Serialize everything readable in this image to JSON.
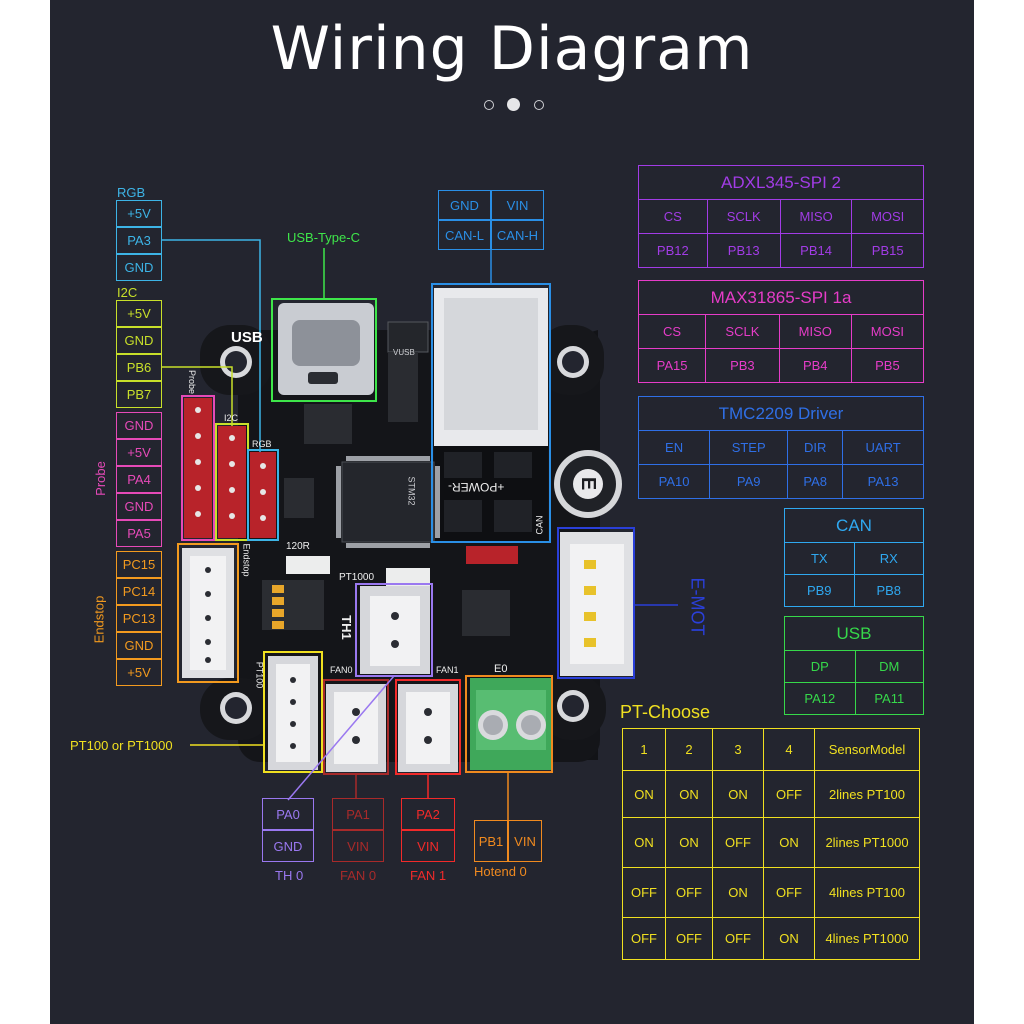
{
  "title": "Wiring Diagram",
  "pager": {
    "count": 3,
    "active": 1
  },
  "colors": {
    "rgb": "#3db4e6",
    "i2c": "#c8e02a",
    "probe": "#e64ab8",
    "endstop": "#f29a1f",
    "usbc": "#3ee64a",
    "canport": "#2a8fe6",
    "adxl": "#a23ce6",
    "max": "#e63cc8",
    "tmc": "#2f6fe6",
    "can": "#2fa8f0",
    "usb": "#36d84a",
    "pt": "#f0e020",
    "th0": "#9a78f0",
    "fan0": "#a82a2a",
    "fan1": "#f22a2a",
    "hotend": "#f08a1f",
    "emot": "#2a3fd8"
  },
  "rgb": {
    "label": "RGB",
    "pins": [
      "+5V",
      "PA3",
      "GND"
    ]
  },
  "i2c": {
    "label": "I2C",
    "pins": [
      "+5V",
      "GND",
      "PB6",
      "PB7"
    ]
  },
  "probe": {
    "label": "Probe",
    "pins": [
      "GND",
      "+5V",
      "PA4",
      "GND",
      "PA5"
    ]
  },
  "endstop": {
    "label": "Endstop",
    "pins": [
      "PC15",
      "PC14",
      "PC13",
      "GND",
      "+5V"
    ]
  },
  "usb_type_c": {
    "label": "USB-Type-C"
  },
  "can_port": {
    "pins": [
      "GND",
      "VIN",
      "CAN-L",
      "CAN-H"
    ]
  },
  "pt100_label": "PT100 or PT1000",
  "e_mot": "E-MOT",
  "th0": {
    "label": "TH 0",
    "pins": [
      "PA0",
      "GND"
    ]
  },
  "fan0": {
    "label": "FAN 0",
    "pins": [
      "PA1",
      "VIN"
    ]
  },
  "fan1": {
    "label": "FAN 1",
    "pins": [
      "PA2",
      "VIN"
    ]
  },
  "hotend0": {
    "label": "Hotend 0",
    "pins": [
      "PB1",
      "VIN"
    ]
  },
  "board_text": {
    "usb": "USB",
    "vusb": "VUSB",
    "power": "+POWER-",
    "can": "CAN",
    "r120": "120R",
    "pt1000": "PT1000",
    "th1": "TH1",
    "fan0": "FAN0",
    "fan1": "FAN1",
    "e0": "E0",
    "probe": "Probe",
    "i2c": "I2C",
    "rgb": "RGB",
    "endstop": "Endstop",
    "pt100": "PT100",
    "chip": "STM32",
    "c_label": "E"
  },
  "adxl345": {
    "title": "ADXL345-SPI 2",
    "headers": [
      "CS",
      "SCLK",
      "MISO",
      "MOSI"
    ],
    "values": [
      "PB12",
      "PB13",
      "PB14",
      "PB15"
    ]
  },
  "max31865": {
    "title": "MAX31865-SPI 1a",
    "headers": [
      "CS",
      "SCLK",
      "MISO",
      "MOSI"
    ],
    "values": [
      "PA15",
      "PB3",
      "PB4",
      "PB5"
    ]
  },
  "tmc2209": {
    "title": "TMC2209 Driver",
    "headers": [
      "EN",
      "STEP",
      "DIR",
      "UART"
    ],
    "values": [
      "PA10",
      "PA9",
      "PA8",
      "PA13"
    ]
  },
  "can": {
    "title": "CAN",
    "headers": [
      "TX",
      "RX"
    ],
    "values": [
      "PB9",
      "PB8"
    ]
  },
  "usb": {
    "title": "USB",
    "headers": [
      "DP",
      "DM"
    ],
    "values": [
      "PA12",
      "PA11"
    ]
  },
  "pt_choose": {
    "title": "PT-Choose",
    "headers": [
      "1",
      "2",
      "3",
      "4",
      "SensorModel"
    ],
    "rows": [
      [
        "ON",
        "ON",
        "ON",
        "OFF",
        "2lines PT100"
      ],
      [
        "ON",
        "ON",
        "OFF",
        "ON",
        "2lines PT1000"
      ],
      [
        "OFF",
        "OFF",
        "ON",
        "OFF",
        "4lines PT100"
      ],
      [
        "OFF",
        "OFF",
        "OFF",
        "ON",
        "4lines PT1000"
      ]
    ]
  }
}
